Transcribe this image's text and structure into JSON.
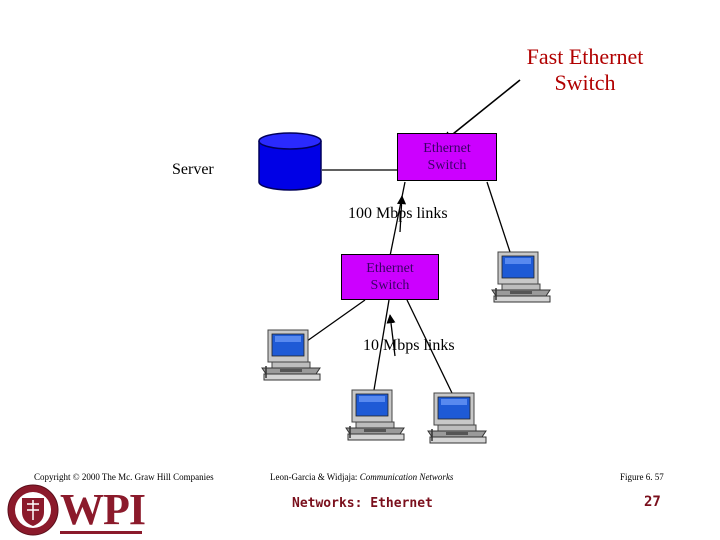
{
  "diagram": {
    "callout_line1": "Fast Ethernet",
    "callout_line2": "Switch",
    "server_label": "Server",
    "top_switch": {
      "line1": "Ethernet",
      "line2": "Switch",
      "color": "#cc00ff"
    },
    "bottom_switch": {
      "line1": "Ethernet",
      "line2": "Switch",
      "color": "#cc00ff"
    },
    "label_100": "100 Mbps links",
    "label_10": "10 Mbps links"
  },
  "footer": {
    "copyright": "Copyright © 2000 The Mc. Graw Hill Companies",
    "citation_authors": "Leon-Garcia & Widjaja: ",
    "citation_book": "Communication Networks",
    "figure_label": "Figure 6. 57",
    "slide_title": "Networks: Ethernet",
    "page_number": "27",
    "logo_text": "WPI",
    "accent_color": "#8b1a2b"
  }
}
